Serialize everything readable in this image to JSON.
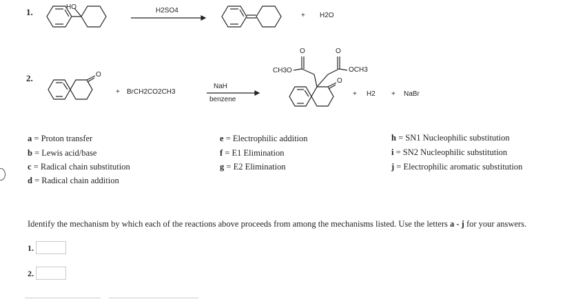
{
  "reactions": {
    "r1": {
      "number": "1.",
      "reactant_label": "HO",
      "reagent": "H2SO4",
      "plus": "+",
      "byproduct": "H2O"
    },
    "r2": {
      "number": "2.",
      "ketone_label": "O",
      "plus1": "+",
      "reagent_text": "BrCH2CO2CH3",
      "reagent_top": "NaH",
      "reagent_bottom": "benzene",
      "product_left_label": "CH3O",
      "product_right_label": "OCH3",
      "product_o1": "O",
      "product_o2": "O",
      "product_o3": "O",
      "plus2": "+",
      "h2": "H2",
      "plus3": "+",
      "nabr": "NaBr"
    }
  },
  "mechanisms": [
    {
      "letter": "a",
      "eq": " = ",
      "text": "Proton transfer"
    },
    {
      "letter": "b",
      "eq": " = ",
      "text": "Lewis acid/base"
    },
    {
      "letter": "c",
      "eq": " = ",
      "text": "Radical chain substitution"
    },
    {
      "letter": "d",
      "eq": " = ",
      "text": "Radical chain addition"
    },
    {
      "letter": "e",
      "eq": " = ",
      "text": "Electrophilic addition"
    },
    {
      "letter": "f",
      "eq": " = ",
      "text": "E1 Elimination"
    },
    {
      "letter": "g",
      "eq": " = ",
      "text": "E2 Elimination"
    },
    {
      "letter": "h",
      "eq": " = ",
      "text": "SN1 Nucleophilic substitution"
    },
    {
      "letter": "i",
      "eq": " = ",
      "text": "SN2 Nucleophilic substitution"
    },
    {
      "letter": "j",
      "eq": " = ",
      "text": "Electrophilic aromatic substitution"
    }
  ],
  "instructions": {
    "before": "Identify the mechanism by which each of the reactions above proceeds from among the mechanisms listed. Use the letters ",
    "letters": "a - j",
    "after": " for your answers."
  },
  "answers": [
    {
      "label": "1.",
      "value": ""
    },
    {
      "label": "2.",
      "value": ""
    }
  ]
}
